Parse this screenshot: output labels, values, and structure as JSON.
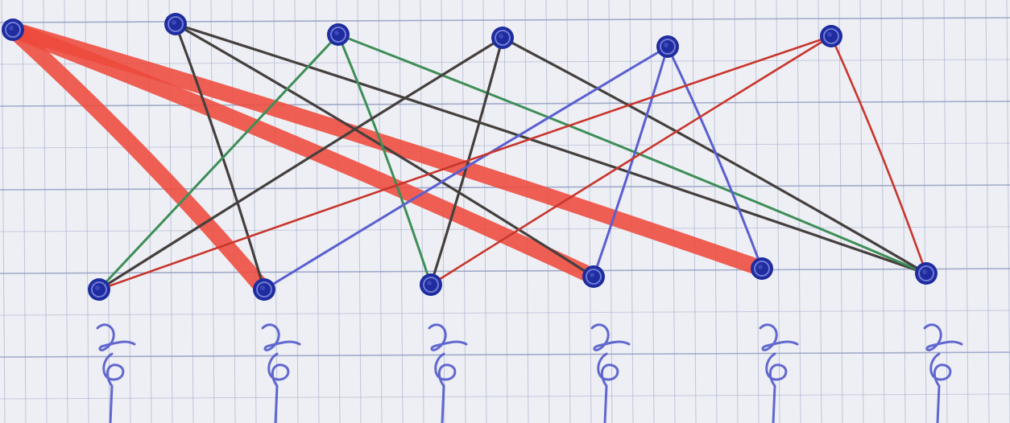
{
  "colors": {
    "paper": "#eeeff4",
    "grid_line": "#a9b3d1",
    "grid_major": "#8e9ac0",
    "vertex": "#1e2c9e",
    "ink_blue": "#4650c8",
    "red_marker": "#ee4a3c",
    "red_pen": "#c8352c",
    "black_pen": "#45403e",
    "green_pen": "#3e8e58",
    "violet_pen": "#5a5fd0"
  },
  "diagram": {
    "top_vertices": [
      "t1",
      "t2",
      "t3",
      "t4",
      "t5",
      "t6"
    ],
    "bottom_vertices": [
      "b1",
      "b2",
      "b3",
      "b4",
      "b5",
      "b6"
    ],
    "edges": [
      {
        "from": "t1",
        "to": "b2",
        "pen": "red_marker"
      },
      {
        "from": "t1",
        "to": "b4",
        "pen": "red_marker"
      },
      {
        "from": "t1",
        "to": "b5",
        "pen": "red_marker"
      },
      {
        "from": "t2",
        "to": "b2",
        "pen": "black_pen"
      },
      {
        "from": "t2",
        "to": "b4",
        "pen": "black_pen"
      },
      {
        "from": "t2",
        "to": "b6",
        "pen": "black_pen"
      },
      {
        "from": "t3",
        "to": "b1",
        "pen": "green_pen"
      },
      {
        "from": "t3",
        "to": "b3",
        "pen": "green_pen"
      },
      {
        "from": "t3",
        "to": "b6",
        "pen": "green_pen"
      },
      {
        "from": "t4",
        "to": "b1",
        "pen": "black_pen"
      },
      {
        "from": "t4",
        "to": "b3",
        "pen": "black_pen"
      },
      {
        "from": "t4",
        "to": "b6",
        "pen": "black_pen"
      },
      {
        "from": "t5",
        "to": "b2",
        "pen": "violet_pen"
      },
      {
        "from": "t5",
        "to": "b4",
        "pen": "violet_pen"
      },
      {
        "from": "t5",
        "to": "b5",
        "pen": "violet_pen"
      },
      {
        "from": "t6",
        "to": "b1",
        "pen": "red_pen"
      },
      {
        "from": "t6",
        "to": "b3",
        "pen": "red_pen"
      },
      {
        "from": "t6",
        "to": "b6",
        "pen": "red_pen"
      }
    ]
  }
}
